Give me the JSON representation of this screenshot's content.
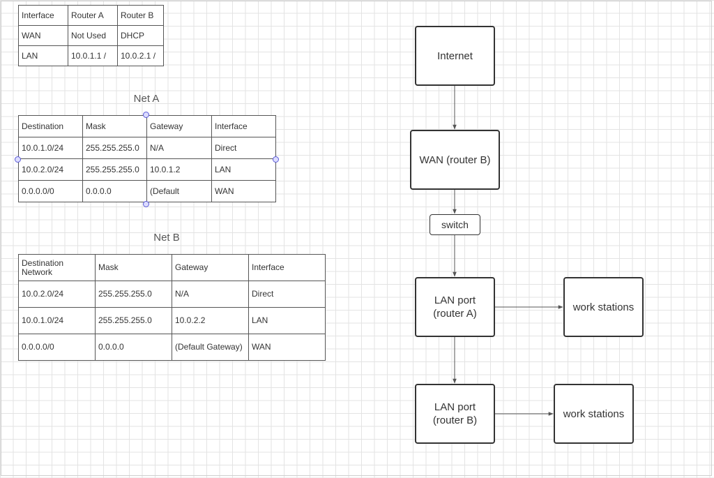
{
  "interface_table": {
    "rows": [
      [
        "Interface",
        "Router A",
        "Router B"
      ],
      [
        "WAN",
        "Not Used",
        "DHCP"
      ],
      [
        "LAN",
        "10.0.1.1 /",
        "10.0.2.1 /"
      ]
    ]
  },
  "net_a": {
    "title": "Net A",
    "rows": [
      [
        "Destination",
        "Mask",
        "Gateway",
        "Interface"
      ],
      [
        "10.0.1.0/24",
        "255.255.255.0",
        "N/A",
        "Direct"
      ],
      [
        "10.0.2.0/24",
        "255.255.255.0",
        "10.0.1.2",
        "LAN"
      ],
      [
        "0.0.0.0/0",
        "0.0.0.0",
        "(Default",
        "WAN"
      ]
    ]
  },
  "net_b": {
    "title": "Net B",
    "rows": [
      [
        "Destination Network",
        "Mask",
        "Gateway",
        "Interface"
      ],
      [
        "10.0.2.0/24",
        "255.255.255.0",
        "N/A",
        "Direct"
      ],
      [
        "10.0.1.0/24",
        "255.255.255.0",
        "10.0.2.2",
        "LAN"
      ],
      [
        "0.0.0.0/0",
        "0.0.0.0",
        "(Default Gateway)",
        "WAN"
      ]
    ]
  },
  "diagram": {
    "internet": "Internet",
    "wan_router_b": "WAN (router B)",
    "switch": "switch",
    "lan_port_a": "LAN port\n(router A)",
    "lan_port_b": "LAN port\n(router B)",
    "work_stations_1": "work stations",
    "work_stations_2": "work stations"
  }
}
